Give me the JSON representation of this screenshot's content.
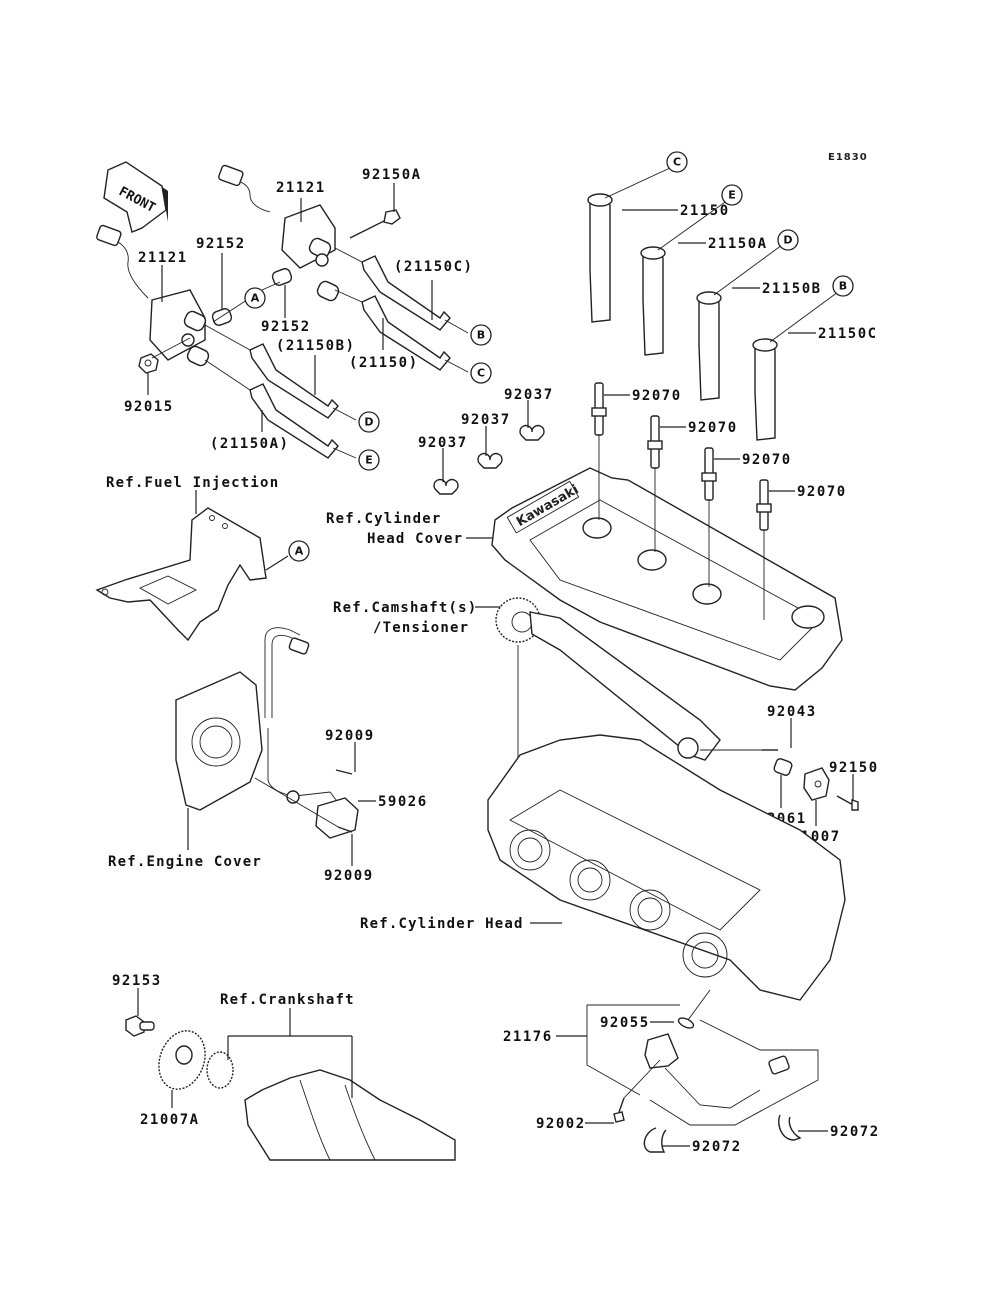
{
  "diagram": {
    "code": "E1830",
    "front_label": "FRONT",
    "brand_text": "Kawasaki",
    "callouts": {
      "A": "A",
      "B": "B",
      "C": "C",
      "D": "D",
      "E": "E"
    },
    "part_labels": {
      "coil_front": "21121",
      "coil_rear": "21121",
      "bolt_92150A": "92150A",
      "collar_92152_left": "92152",
      "collar_92152_right": "92152",
      "nut_92015": "92015",
      "cap_21150C_paren": "(21150C)",
      "cap_21150B_paren": "(21150B)",
      "cap_21150_paren": "(21150)",
      "cap_21150A_paren": "(21150A)",
      "cap_21150": "21150",
      "cap_21150A": "21150A",
      "cap_21150B": "21150B",
      "cap_21150C": "21150C",
      "clamp_92037_1": "92037",
      "clamp_92037_2": "92037",
      "clamp_92037_3": "92037",
      "plug_92070_1": "92070",
      "plug_92070_2": "92070",
      "plug_92070_3": "92070",
      "plug_92070_4": "92070",
      "pin_92043": "92043",
      "bolt_92150": "92150",
      "rotor_13061": "13061",
      "rotor_21007": "21007",
      "bolt_92009_top": "92009",
      "pickup_59026": "59026",
      "bolt_92009_bottom": "92009",
      "bolt_92153": "92153",
      "rotor_21007A": "21007A",
      "sensor_21176": "21176",
      "oring_92055": "92055",
      "bolt_92002": "92002",
      "clamp_92072_left": "92072",
      "clamp_92072_right": "92072"
    },
    "references": {
      "fuel_injection": "Ref.Fuel Injection",
      "cylinder_head_cover_line1": "Ref.Cylinder",
      "cylinder_head_cover_line2": "Head Cover",
      "camshaft_line1": "Ref.Camshaft(s)",
      "camshaft_line2": "/Tensioner",
      "engine_cover": "Ref.Engine Cover",
      "cylinder_head": "Ref.Cylinder Head",
      "crankshaft": "Ref.Crankshaft"
    }
  }
}
